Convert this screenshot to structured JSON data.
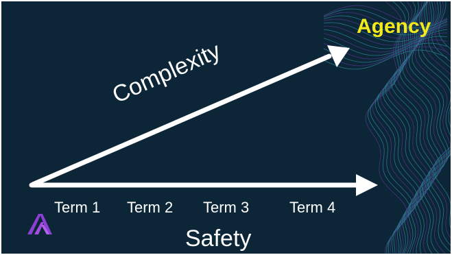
{
  "slide": {
    "top_right_label": "Agency",
    "diagonal_arrow_label": "Complexity",
    "terms": [
      "Term 1",
      "Term 2",
      "Term 3",
      "Term 4"
    ],
    "horizontal_axis_label": "Safety"
  },
  "colors": {
    "background": "#0c2638",
    "arrows": "#ffffff",
    "agency_text": "#f2ea1a",
    "wave_lines": "#3fb7c8",
    "wave_lines_accent": "#7a3fb8",
    "logo": "#8e3fd6"
  },
  "icons": [
    "logo-mark-icon"
  ]
}
